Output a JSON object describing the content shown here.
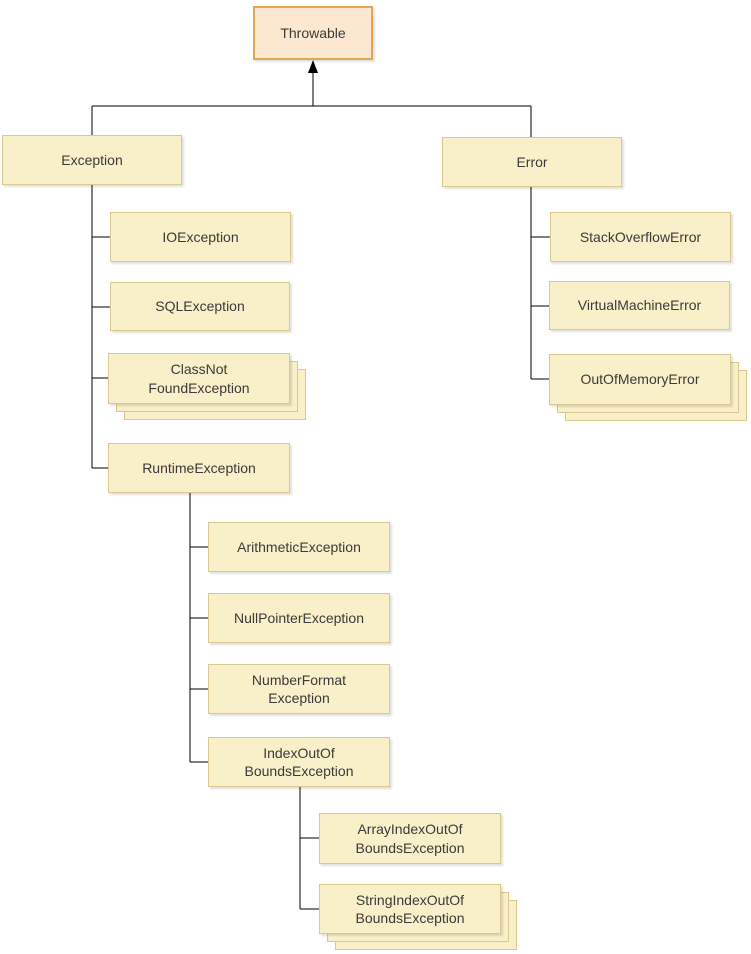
{
  "diagram": {
    "nodes": {
      "throwable": {
        "label": "Throwable"
      },
      "exception": {
        "label": "Exception"
      },
      "error": {
        "label": "Error"
      },
      "io": {
        "label": "IOException"
      },
      "sql": {
        "label": "SQLException"
      },
      "classnotfound": {
        "label": "ClassNot\nFoundException"
      },
      "runtime": {
        "label": "RuntimeException"
      },
      "stackoverflow": {
        "label": "StackOverflowError"
      },
      "virtualmachine": {
        "label": "VirtualMachineError"
      },
      "outofmemory": {
        "label": "OutOfMemoryError"
      },
      "arithmetic": {
        "label": "ArithmeticException"
      },
      "nullpointer": {
        "label": "NullPointerException"
      },
      "numberformat": {
        "label": "NumberFormat\nException"
      },
      "indexoutofbounds": {
        "label": "IndexOutOf\nBoundsException"
      },
      "arrayindex": {
        "label": "ArrayIndexOutOf\nBoundsException"
      },
      "stringindex": {
        "label": "StringIndexOutOf\nBoundsException"
      }
    },
    "edges": [
      {
        "from": "throwable",
        "to": "exception"
      },
      {
        "from": "throwable",
        "to": "error"
      },
      {
        "from": "exception",
        "to": "io"
      },
      {
        "from": "exception",
        "to": "sql"
      },
      {
        "from": "exception",
        "to": "classnotfound"
      },
      {
        "from": "exception",
        "to": "runtime"
      },
      {
        "from": "error",
        "to": "stackoverflow"
      },
      {
        "from": "error",
        "to": "virtualmachine"
      },
      {
        "from": "error",
        "to": "outofmemory"
      },
      {
        "from": "runtime",
        "to": "arithmetic"
      },
      {
        "from": "runtime",
        "to": "nullpointer"
      },
      {
        "from": "runtime",
        "to": "numberformat"
      },
      {
        "from": "runtime",
        "to": "indexoutofbounds"
      },
      {
        "from": "indexoutofbounds",
        "to": "arrayindex"
      },
      {
        "from": "indexoutofbounds",
        "to": "stringindex"
      }
    ],
    "colors": {
      "node_fill": "#f9efc9",
      "node_border": "#d9c98f",
      "root_fill": "#fce8d0",
      "root_border": "#e2a456",
      "line": "#000000",
      "text": "#3a3a3a",
      "background": "#ffffff"
    }
  }
}
